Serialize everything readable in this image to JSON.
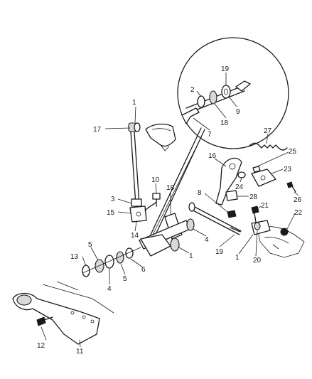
{
  "callouts": [
    {
      "id": "c1a",
      "text": "1"
    },
    {
      "id": "c17",
      "text": "17"
    },
    {
      "id": "c10",
      "text": "10"
    },
    {
      "id": "c3",
      "text": "3"
    },
    {
      "id": "c15",
      "text": "15"
    },
    {
      "id": "c14",
      "text": "14"
    },
    {
      "id": "c18b",
      "text": "18"
    },
    {
      "id": "c4a",
      "text": "4"
    },
    {
      "id": "c1b",
      "text": "1"
    },
    {
      "id": "c13",
      "text": "13"
    },
    {
      "id": "c5a",
      "text": "5"
    },
    {
      "id": "c4b",
      "text": "4"
    },
    {
      "id": "c5b",
      "text": "5"
    },
    {
      "id": "c6",
      "text": "6"
    },
    {
      "id": "c12",
      "text": "12"
    },
    {
      "id": "c11",
      "text": "11"
    },
    {
      "id": "c8",
      "text": "8"
    },
    {
      "id": "c19b",
      "text": "19"
    },
    {
      "id": "c2",
      "text": "2"
    },
    {
      "id": "c19a",
      "text": "19"
    },
    {
      "id": "c9",
      "text": "9"
    },
    {
      "id": "c18a",
      "text": "18"
    },
    {
      "id": "c7",
      "text": "7"
    },
    {
      "id": "c27",
      "text": "27"
    },
    {
      "id": "c16",
      "text": "16"
    },
    {
      "id": "c25",
      "text": "25"
    },
    {
      "id": "c23",
      "text": "23"
    },
    {
      "id": "c24",
      "text": "24"
    },
    {
      "id": "c28",
      "text": "28"
    },
    {
      "id": "c26",
      "text": "26"
    },
    {
      "id": "c21",
      "text": "21"
    },
    {
      "id": "c22",
      "text": "22"
    },
    {
      "id": "c1c",
      "text": "1"
    },
    {
      "id": "c20",
      "text": "20"
    }
  ]
}
